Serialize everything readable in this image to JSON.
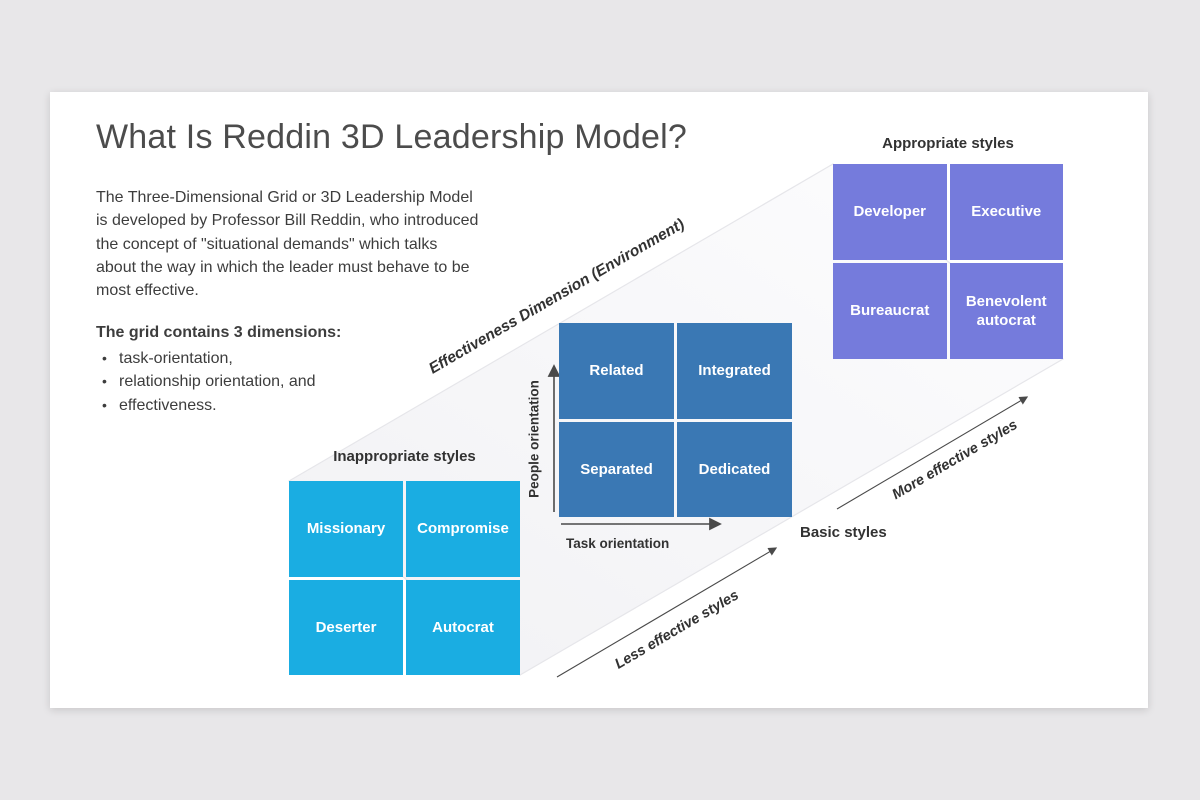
{
  "colors": {
    "page-bg": "#e8e7e9",
    "card-bg": "#ffffff",
    "title-text": "#4c4c4c",
    "body-text": "#3d3d3d",
    "label-text": "#323232",
    "cell-text": "#ffffff",
    "grid-inappropriate": "#1aade2",
    "grid-basic": "#3a78b4",
    "grid-appropriate": "#757bdc",
    "arrow": "#4a4a4a",
    "band-edge": "#e6e6ea",
    "band-fill-start": "#f1f1f4",
    "band-fill-end": "#fdfdfe"
  },
  "slide": {
    "title": "What Is Reddin 3D Leadership Model?",
    "intro_lines": [
      "The Three-Dimensional Grid or 3D Leadership Model",
      "is developed by Professor Bill Reddin, who introduced",
      "the concept of \"situational demands\" which talks",
      "about the way in which the leader must behave to be",
      "most effective."
    ],
    "dimensions": {
      "heading": "The grid contains 3 dimensions:",
      "bullet_glyph": "•",
      "items": [
        "task-orientation,",
        "relationship orientation, and",
        "effectiveness."
      ]
    }
  },
  "diagram": {
    "grids": {
      "inappropriate": {
        "label": "Inappropriate styles",
        "cells": [
          "Missionary",
          "Compromise",
          "Deserter",
          "Autocrat"
        ]
      },
      "basic": {
        "label": "Basic styles",
        "cells": [
          "Related",
          "Integrated",
          "Separated",
          "Dedicated"
        ]
      },
      "appropriate": {
        "label": "Appropriate styles",
        "cells": [
          "Developer",
          "Executive",
          "Bureaucrat",
          "Benevolent autocrat"
        ]
      }
    },
    "axes": {
      "x_label": "Task orientation",
      "y_label": "People orientation"
    },
    "annotations": {
      "effectiveness_dimension": "Effectiveness Dimension (Environment)",
      "more_effective": "More effective styles",
      "less_effective": "Less effective styles"
    }
  }
}
